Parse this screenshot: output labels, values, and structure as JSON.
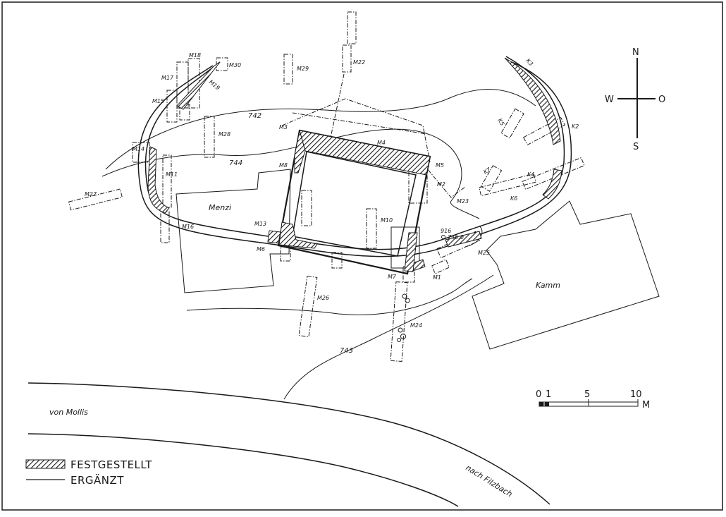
{
  "compass": {
    "n": "N",
    "s": "S",
    "w": "W",
    "o": "O"
  },
  "scale": {
    "t0": "0",
    "t1": "1",
    "t5": "5",
    "t10": "10",
    "unit": "M"
  },
  "legend": {
    "found": "FESTGESTELLT",
    "added": "ERGÄNZT"
  },
  "places": {
    "menzi": "Menzi",
    "kamm": "Kamm"
  },
  "roads": {
    "from": "von Mollis",
    "to": "nach Filzbach"
  },
  "contours": {
    "c742": "742",
    "c743": "743",
    "c744": "744"
  },
  "point": {
    "id": "916",
    "elev": "745.0"
  },
  "trenches": {
    "m1": "M1",
    "m2": "M2",
    "m3": "M3",
    "m4": "M4",
    "m5": "M5",
    "m6": "M6",
    "m7": "M7",
    "m8": "M8",
    "m10": "M10",
    "m11": "M11",
    "m13": "M13",
    "m14": "M14",
    "m15": "M15",
    "m16": "M16",
    "m17": "M17",
    "m18": "M18",
    "m19": "M19",
    "m22": "M22",
    "m23": "M23",
    "m24": "M24",
    "m25": "M25",
    "m26": "M26",
    "m27": "M27",
    "m28": "M28",
    "m29": "M29",
    "m30": "M30",
    "k2": "K2",
    "k3": "K3",
    "k4": "K4",
    "k5": "K5",
    "k6": "K6",
    "k7": "K7"
  }
}
